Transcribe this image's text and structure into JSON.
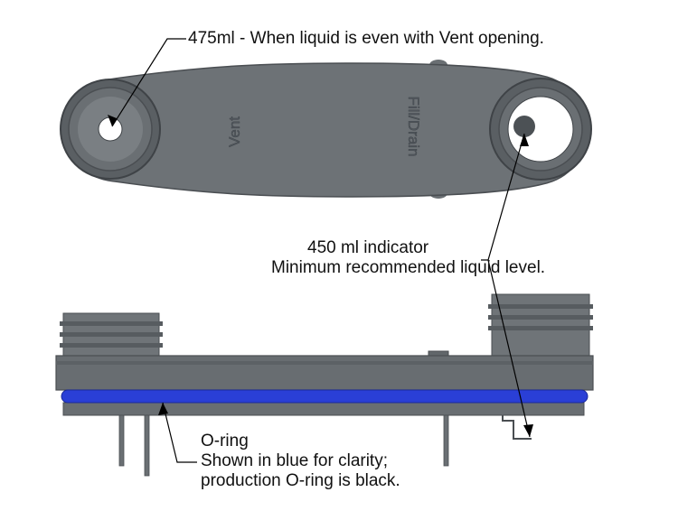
{
  "callouts": {
    "top_fill": "475ml - When liquid is even with Vent opening.",
    "indicator_line1": "450 ml indicator",
    "indicator_line2": "Minimum recommended liquid level.",
    "oring_line1": "O-ring",
    "oring_line2": "Shown in blue for clarity;",
    "oring_line3": "production O-ring is black."
  },
  "embossed_labels": {
    "vent": "Vent",
    "fill_drain": "Fill/Drain"
  },
  "colors": {
    "body": "#6d7276",
    "body_dark": "#4f5458",
    "oring": "#2a3fd6",
    "leader": "#000000"
  }
}
